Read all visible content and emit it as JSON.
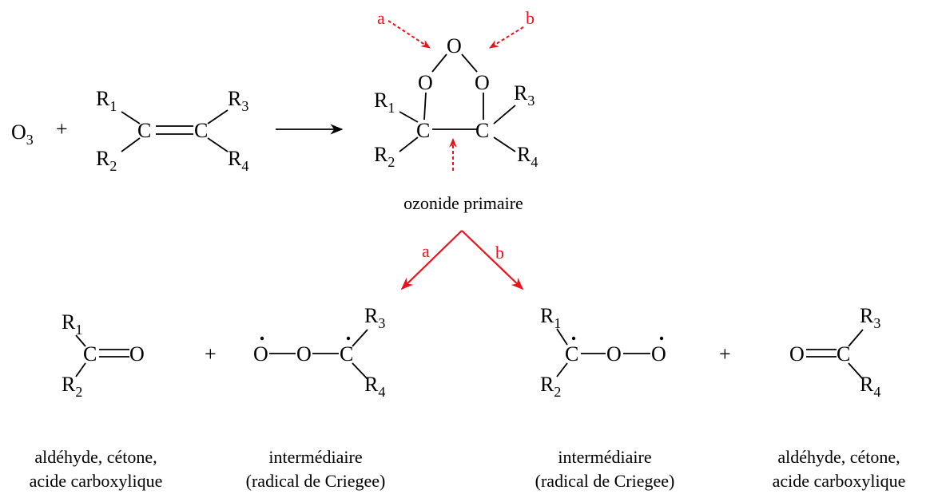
{
  "reactants": {
    "ozone": "O",
    "ozone_sub": "3",
    "plus": "+",
    "alkene": {
      "r1": "R",
      "r1_sub": "1",
      "r2": "R",
      "r2_sub": "2",
      "r3": "R",
      "r3_sub": "3",
      "r4": "R",
      "r4_sub": "4",
      "c": "C"
    }
  },
  "ozonide": {
    "o": "O",
    "c": "C",
    "r": "R",
    "s1": "1",
    "s2": "2",
    "s3": "3",
    "s4": "4",
    "label": "ozonide primaire",
    "path_a": "a",
    "path_b": "b"
  },
  "products": {
    "plus": "+",
    "o": "O",
    "c": "C",
    "r": "R",
    "s1": "1",
    "s2": "2",
    "s3": "3",
    "s4": "4",
    "carbonyl_label_line1": "aldéhyde, cétone,",
    "carbonyl_label_line2": "acide carboxylique",
    "criegee_label_line1": "intermédiaire",
    "criegee_label_line2": "(radical de Criegee)"
  },
  "colors": {
    "accent": "#e8141b",
    "ink": "#000000"
  }
}
